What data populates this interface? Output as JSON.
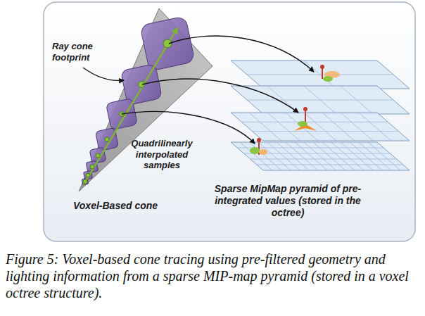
{
  "diagram": {
    "caption": "Figure 5: Voxel-based cone tracing using pre-filtered geometry and lighting information from a sparse MIP-map pyramid (stored in a voxel octree structure).",
    "labels": [
      "Ray cone footprint",
      "Quadrilinearly interpolated samples",
      "Voxel-Based cone",
      "Sparse MipMap pyramid of pre-integrated values (stored in the octree)"
    ]
  }
}
